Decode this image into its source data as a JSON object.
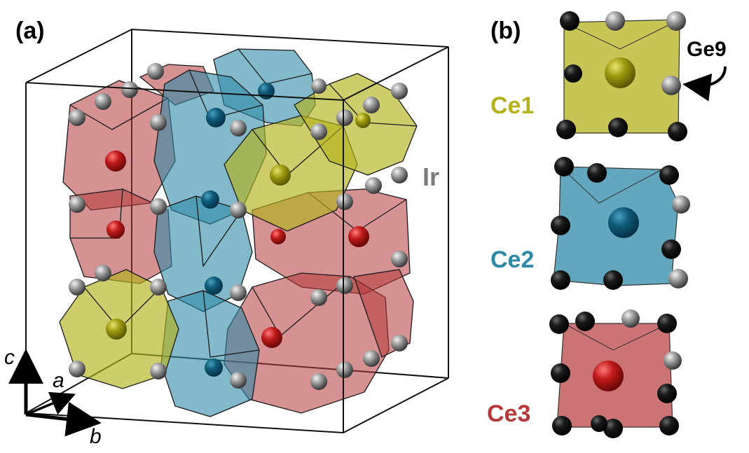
{
  "panel_a": {
    "label": "(a)",
    "ir_label": "Ir",
    "axes": {
      "c": "c",
      "a": "a",
      "b": "b"
    }
  },
  "panel_b": {
    "label": "(b)",
    "ge_label": "Ge9",
    "ce1_label": "Ce1",
    "ce2_label": "Ce2",
    "ce3_label": "Ce3"
  },
  "colors": {
    "ce1": "#b4b21c",
    "ce2": "#2f8aa8",
    "ce3": "#b5383a",
    "ir": "#7a7a7a",
    "ge": "#000000"
  },
  "icons": [
    "polyhedron-icon",
    "atom-sphere-icon",
    "curved-arrow-icon",
    "axis-arrow-icon"
  ]
}
